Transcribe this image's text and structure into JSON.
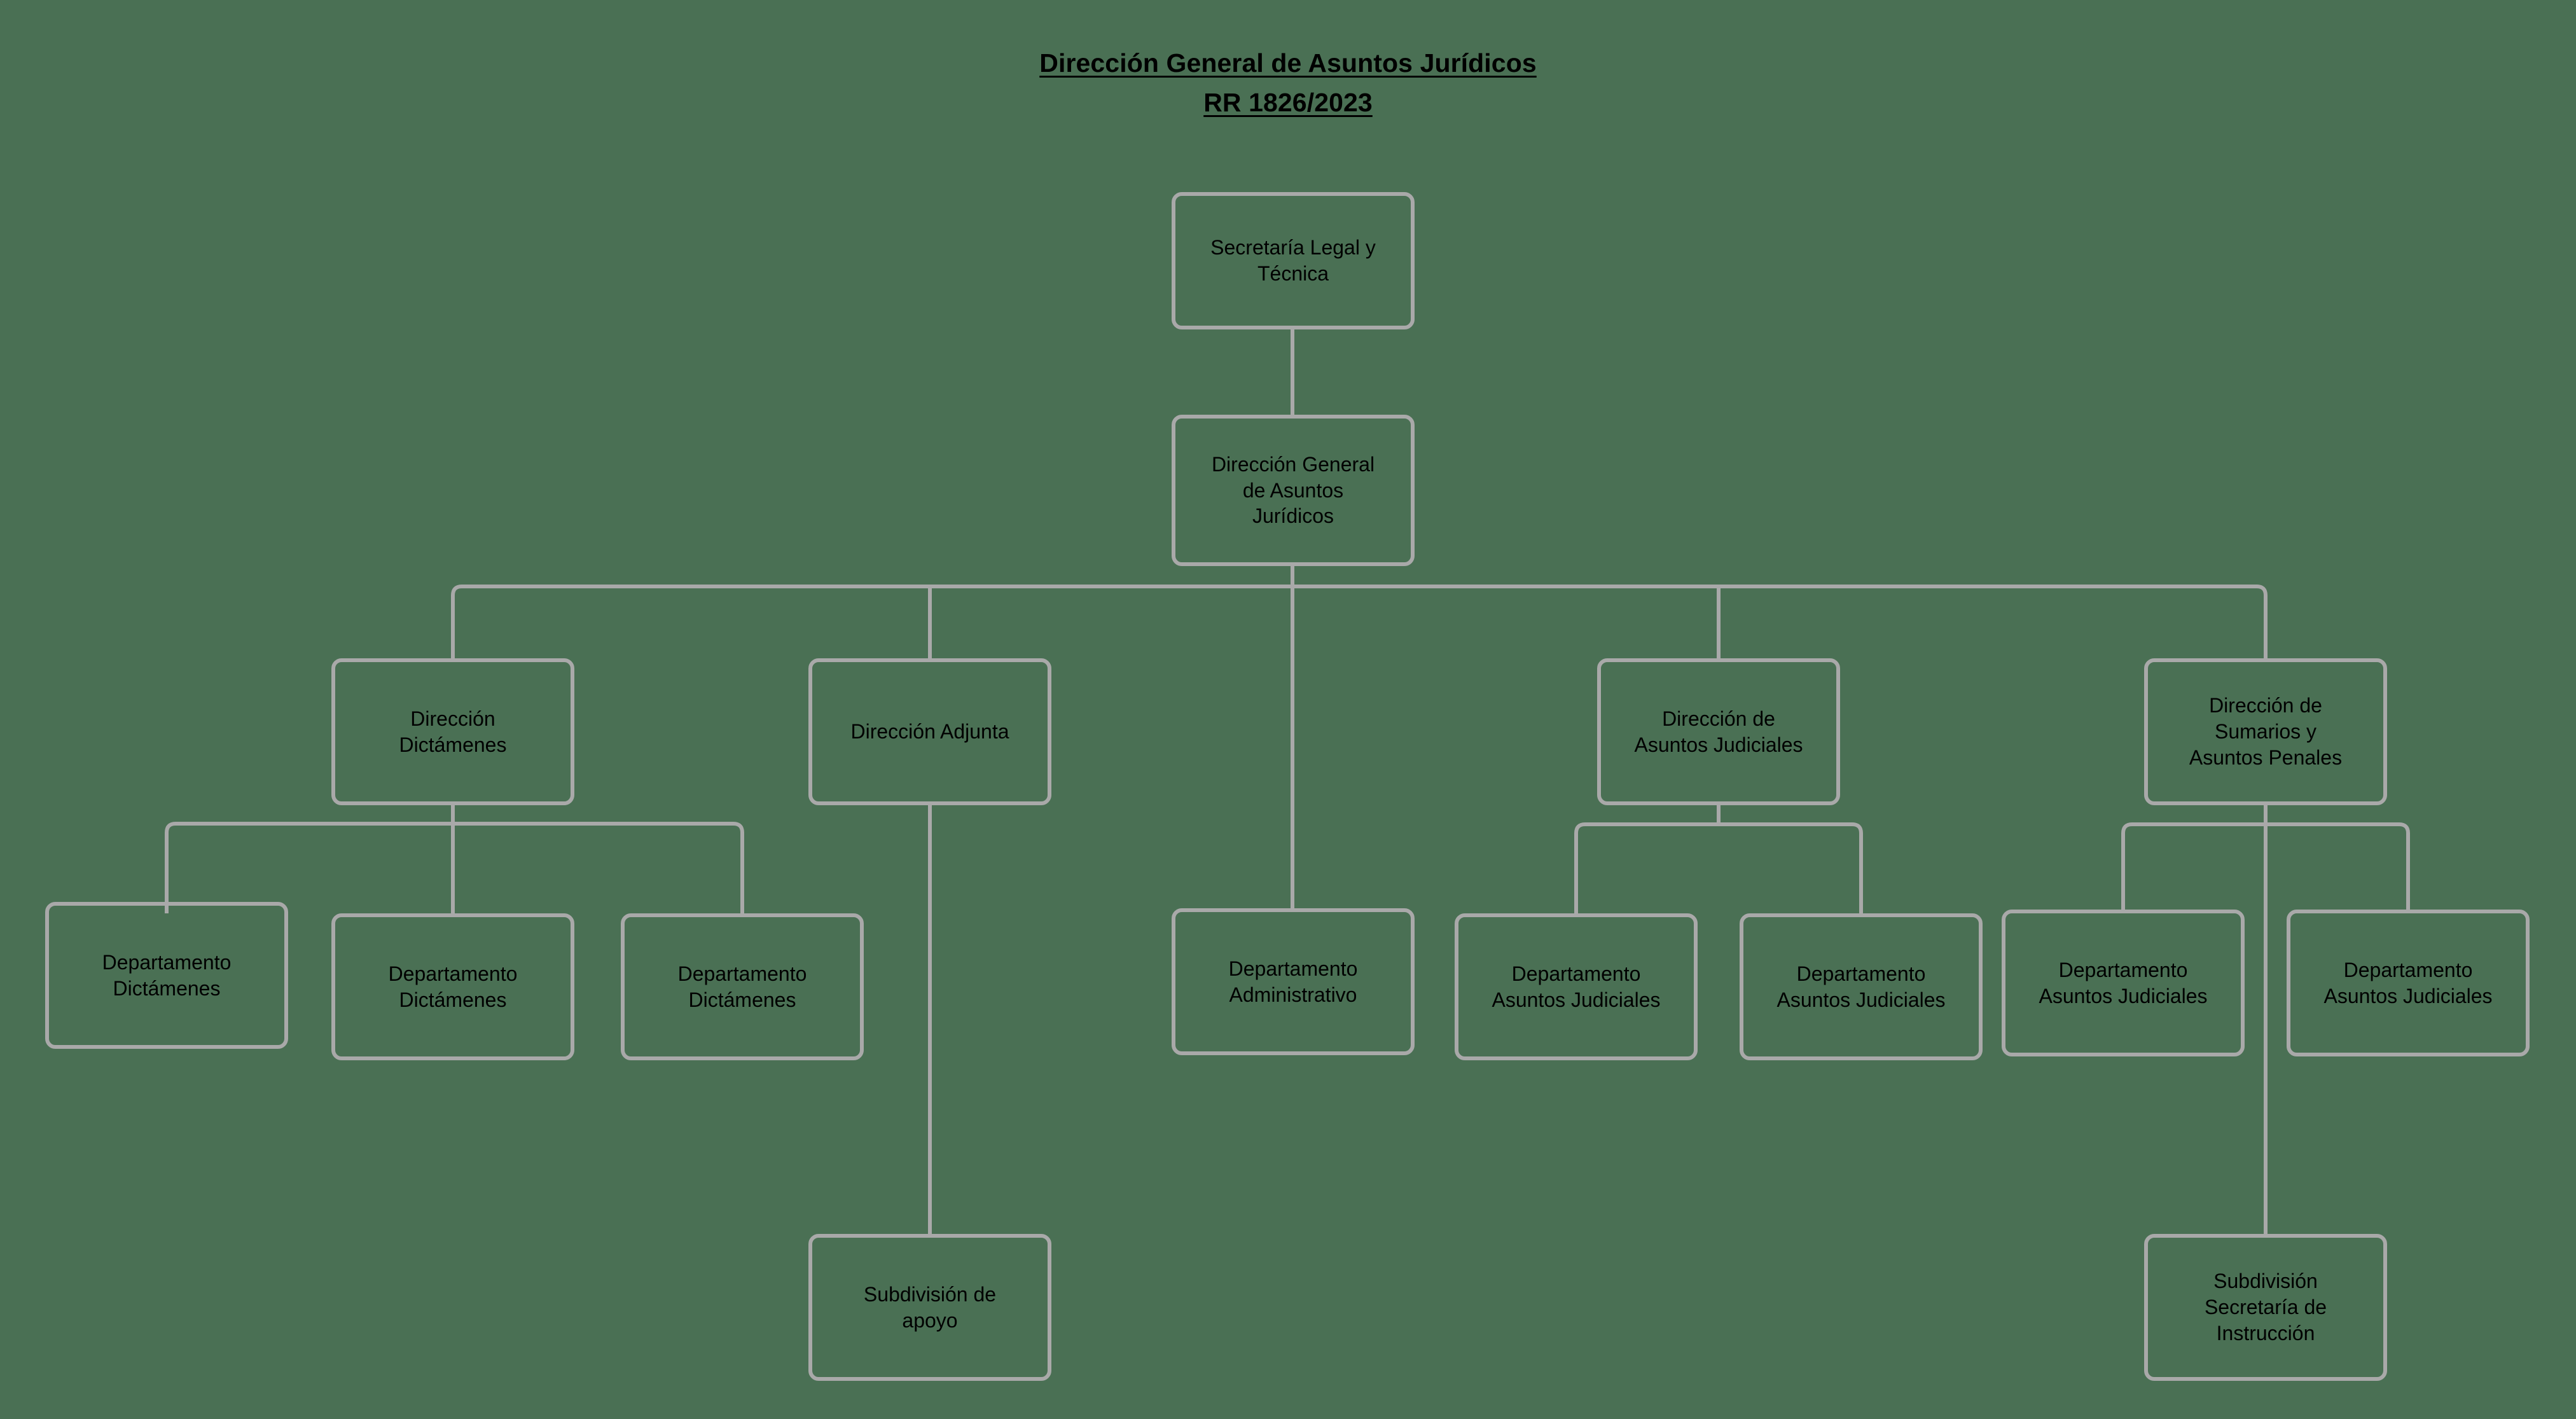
{
  "document": {
    "title_line_1": "Dirección General de Asuntos Jurídicos",
    "title_line_2": "RR 1826/2023"
  },
  "theme": {
    "background_color": "#4a7054",
    "box_border_color": "#a9a9a9",
    "connector_color": "#a9a9a9",
    "text_color": "#000000"
  },
  "chart_data": {
    "type": "diagram",
    "diagram_kind": "organizational-chart",
    "title": "Dirección General de Asuntos Jurídicos\nRR 1826/2023",
    "nodes": [
      {
        "id": "n1",
        "label": "Secretaría Legal y\nTécnica",
        "level": 0,
        "parent": null
      },
      {
        "id": "n2",
        "label": "Dirección General\nde Asuntos\nJurídicos",
        "level": 1,
        "parent": "n1"
      },
      {
        "id": "n3",
        "label": "Dirección\nDictámenes",
        "level": 2,
        "parent": "n2"
      },
      {
        "id": "n4",
        "label": "Dirección Adjunta",
        "level": 2,
        "parent": "n2"
      },
      {
        "id": "n5",
        "label": "Dirección de\nAsuntos Judiciales",
        "level": 2,
        "parent": "n2"
      },
      {
        "id": "n6",
        "label": "Dirección de\nSumarios y\nAsuntos Penales",
        "level": 2,
        "parent": "n2"
      },
      {
        "id": "n7",
        "label": "Departamento\nDictámenes",
        "level": 3,
        "parent": "n3"
      },
      {
        "id": "n8",
        "label": "Departamento\nDictámenes",
        "level": 3,
        "parent": "n3"
      },
      {
        "id": "n9",
        "label": "Departamento\nDictámenes",
        "level": 3,
        "parent": "n3"
      },
      {
        "id": "n10",
        "label": "Departamento\nAdministrativo",
        "level": 3,
        "parent": "n2"
      },
      {
        "id": "n11",
        "label": "Departamento\nAsuntos Judiciales",
        "level": 3,
        "parent": "n5"
      },
      {
        "id": "n12",
        "label": "Departamento\nAsuntos Judiciales",
        "level": 3,
        "parent": "n5"
      },
      {
        "id": "n13",
        "label": "Departamento\nAsuntos Judiciales",
        "level": 3,
        "parent": "n6"
      },
      {
        "id": "n14",
        "label": "Departamento\nAsuntos Judiciales",
        "level": 3,
        "parent": "n6"
      },
      {
        "id": "n15",
        "label": "Subdivisión de\napoyo",
        "level": 4,
        "parent": "n4"
      },
      {
        "id": "n16",
        "label": "Subdivisión\nSecretaría de\nInstrucción",
        "level": 4,
        "parent": "n6"
      }
    ],
    "edges": [
      {
        "from": "n1",
        "to": "n2"
      },
      {
        "from": "n2",
        "to": "n3"
      },
      {
        "from": "n2",
        "to": "n4"
      },
      {
        "from": "n2",
        "to": "n5"
      },
      {
        "from": "n2",
        "to": "n6"
      },
      {
        "from": "n2",
        "to": "n10"
      },
      {
        "from": "n3",
        "to": "n7"
      },
      {
        "from": "n3",
        "to": "n8"
      },
      {
        "from": "n3",
        "to": "n9"
      },
      {
        "from": "n5",
        "to": "n11"
      },
      {
        "from": "n5",
        "to": "n12"
      },
      {
        "from": "n6",
        "to": "n13"
      },
      {
        "from": "n6",
        "to": "n14"
      },
      {
        "from": "n4",
        "to": "n15"
      },
      {
        "from": "n6",
        "to": "n16"
      }
    ]
  },
  "nodes": {
    "secretaria_legal_tecnica": "Secretaría Legal y\nTécnica",
    "direccion_general_asuntos_juridicos": "Dirección General\nde Asuntos\nJurídicos",
    "direccion_dictamenes": "Dirección\nDictámenes",
    "direccion_adjunta": "Dirección Adjunta",
    "direccion_asuntos_judiciales": "Dirección de\nAsuntos Judiciales",
    "direccion_sumarios_asuntos_penales": "Dirección de\nSumarios y\nAsuntos Penales",
    "departamento_dictamenes_1": "Departamento\nDictámenes",
    "departamento_dictamenes_2": "Departamento\nDictámenes",
    "departamento_dictamenes_3": "Departamento\nDictámenes",
    "departamento_administrativo": "Departamento\nAdministrativo",
    "departamento_asuntos_judiciales_1": "Departamento\nAsuntos Judiciales",
    "departamento_asuntos_judiciales_2": "Departamento\nAsuntos Judiciales",
    "departamento_asuntos_judiciales_3": "Departamento\nAsuntos Judiciales",
    "departamento_asuntos_judiciales_4": "Departamento\nAsuntos Judiciales",
    "subdivision_apoyo": "Subdivisión de\napoyo",
    "subdivision_secretaria_instruccion": "Subdivisión\nSecretaría de\nInstrucción"
  }
}
